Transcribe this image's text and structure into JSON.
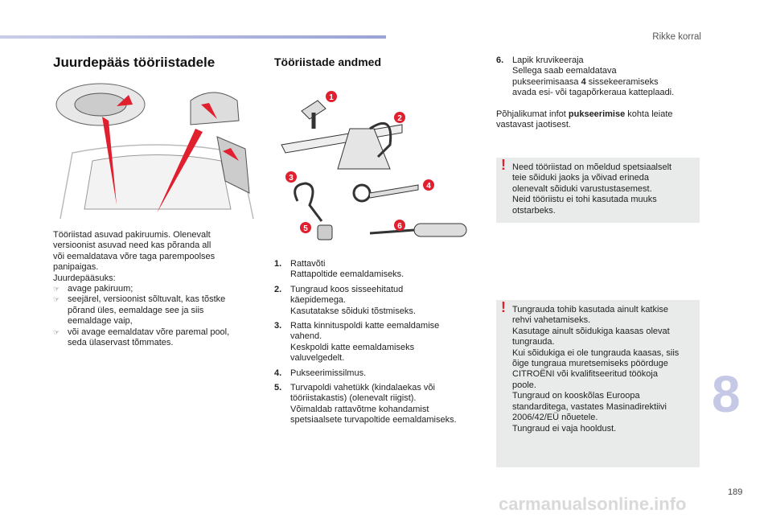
{
  "header": {
    "section": "Rikke korral"
  },
  "left": {
    "title": "Juurdepääs tööriistadele",
    "intro": [
      "Tööriistad asuvad pakiruumis. Olenevalt",
      "versioonist asuvad need kas põranda all",
      "või eemaldatava võre taga parempoolses",
      "panipaigas.",
      "Juurdepääsuks:"
    ],
    "bullets": [
      [
        "avage pakiruum;"
      ],
      [
        "seejärel, versioonist sõltuvalt, kas tõstke",
        "põrand üles, eemaldage see ja siis",
        "eemaldage vaip,"
      ],
      [
        "või avage eemaldatav võre paremal pool,",
        "seda ülaservast tõmmates."
      ]
    ]
  },
  "middle": {
    "title": "Tööriistade andmed",
    "callouts": [
      "1",
      "2",
      "3",
      "4",
      "5",
      "6"
    ],
    "items": [
      {
        "num": "1.",
        "lines": [
          "Rattavõti",
          "Rattapoltide eemaldamiseks."
        ]
      },
      {
        "num": "2.",
        "lines": [
          "Tungraud koos sisseehitatud",
          "käepidemega.",
          "Kasutatakse sõiduki tõstmiseks."
        ]
      },
      {
        "num": "3.",
        "lines": [
          "Ratta kinnituspoldi katte eemaldamise",
          "vahend.",
          "Keskpoldi katte eemaldamiseks",
          "valuvelgedelt."
        ]
      },
      {
        "num": "4.",
        "lines": [
          "Pukseerimissilmus."
        ]
      },
      {
        "num": "5.",
        "lines": [
          "Turvapoldi vahetükk (kindalaekas või",
          "tööriistakastis) (olenevalt riigist).",
          "Võimaldab rattavõtme kohandamist",
          "spetsiaalsete turvapoltide eemaldamiseks."
        ]
      }
    ]
  },
  "right": {
    "item6": {
      "num": "6.",
      "lines": [
        "Lapik kruvikeeraja",
        "Sellega saab eemaldatava"
      ],
      "line3_pre": "pukseerimisaasa ",
      "line3_bold": "4",
      "line3_post": " sissekeeramiseks",
      "line4": "avada esi- või tagapõrkeraua katteplaadi."
    },
    "info_pre": "Põhjalikumat infot ",
    "info_bold": "pukseerimise",
    "info_post": " kohta leiate",
    "info_line2": "vastavast jaotisest.",
    "warning1": [
      "Need tööriistad on mõeldud spetsiaalselt",
      "teie sõiduki jaoks ja võivad erineda",
      "olenevalt sõiduki varustustasemest.",
      "Neid tööriistu ei tohi kasutada muuks",
      "otstarbeks."
    ],
    "warning2": [
      "Tungrauda tohib kasutada ainult katkise",
      "rehvi vahetamiseks.",
      "Kasutage ainult sõidukiga kaasas olevat",
      "tungrauda.",
      "Kui sõidukiga ei ole tungrauda kaasas, siis",
      "õige tungraua muretsemiseks pöörduge",
      "CITROËNI või kvalifitseeritud töökoja",
      "poole.",
      "Tungraud on kooskõlas Euroopa",
      "standarditega, vastates Masinadirektiivi",
      "2006/42/EÜ nõuetele.",
      "Tungraud ei vaja hooldust."
    ],
    "warning_mark": "!"
  },
  "footer": {
    "chapter": "8",
    "page": "189",
    "watermark": "carmanualsonline.info"
  },
  "colors": {
    "accent": "#e0202f",
    "tab": "#c6c9e6"
  }
}
